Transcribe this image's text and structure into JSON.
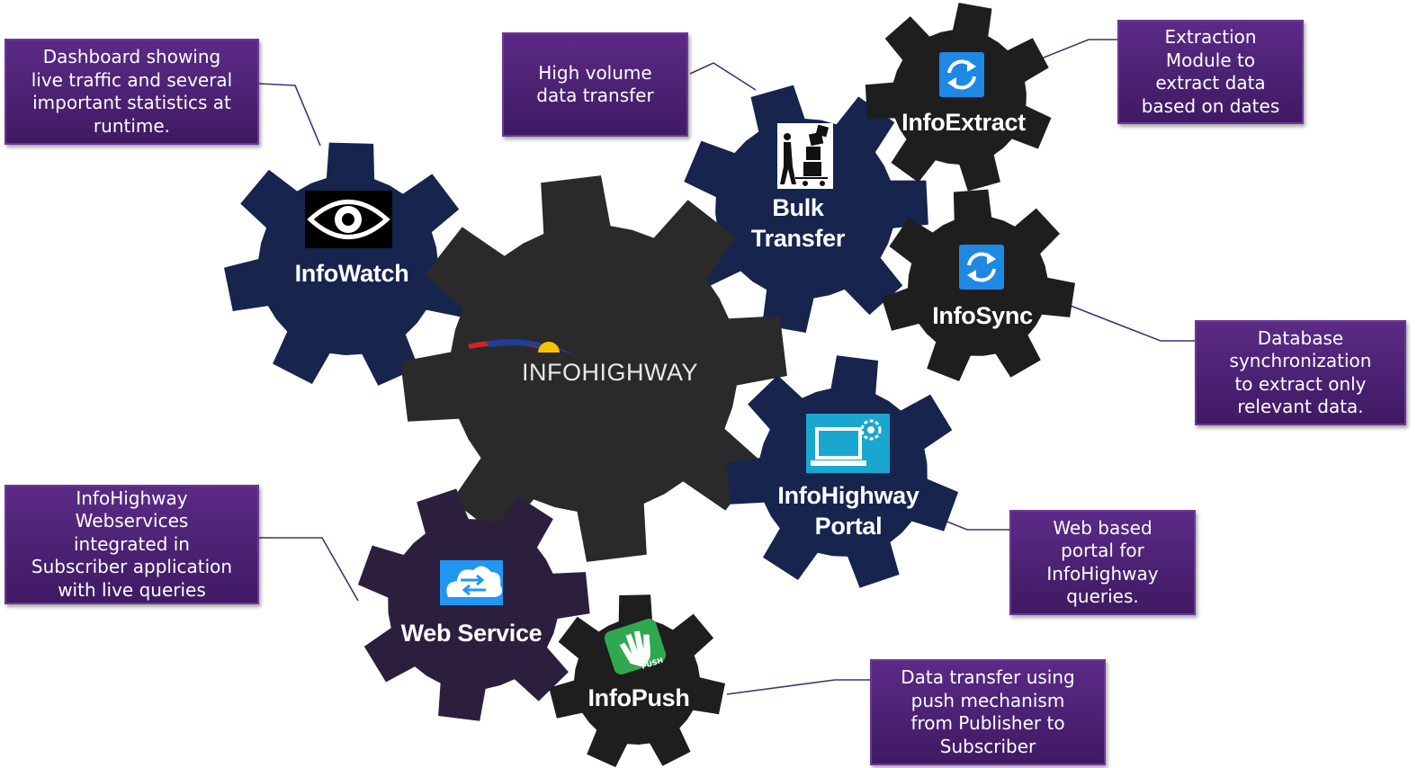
{
  "center": {
    "logo_text": "INFOHIGHWAY"
  },
  "gears": [
    {
      "id": "infowatch",
      "label": "InfoWatch",
      "icon": "eye-icon"
    },
    {
      "id": "bulk",
      "label": "Bulk\nTransfer",
      "icon": "cart-boxes-icon"
    },
    {
      "id": "infoextract",
      "label": "InfoExtract",
      "icon": "refresh-icon"
    },
    {
      "id": "infosync",
      "label": "InfoSync",
      "icon": "refresh-icon"
    },
    {
      "id": "portal",
      "label": "InfoHighway\nPortal",
      "icon": "laptop-gear-icon"
    },
    {
      "id": "webservice",
      "label": "Web Service",
      "icon": "cloud-transfer-icon"
    },
    {
      "id": "infopush",
      "label": "InfoPush",
      "icon": "push-hand-icon"
    }
  ],
  "push_badge": "PUSH",
  "callouts": [
    {
      "id": "infowatch",
      "text": "Dashboard showing\nlive traffic and several\nimportant statistics at\nruntime."
    },
    {
      "id": "bulk",
      "text": "High volume\ndata transfer"
    },
    {
      "id": "infoextract",
      "text": "Extraction\nModule to\nextract data\nbased on dates"
    },
    {
      "id": "infosync",
      "text": "Database\nsynchronization\nto extract only\nrelevant data."
    },
    {
      "id": "portal",
      "text": "Web based\nportal for\nInfoHighway\nqueries."
    },
    {
      "id": "webservice",
      "text": "InfoHighway\nWebservices\nintegrated in\nSubscriber application\nwith live queries"
    },
    {
      "id": "infopush",
      "text": "Data transfer using\npush mechanism\nfrom Publisher to\nSubscriber"
    }
  ],
  "colors": {
    "navy_gear": "#16244e",
    "dark_gear": "#1e1e1e",
    "center_gear": "#2a2a2a",
    "purple_gear": "#2b1f3d",
    "callout": "#4b2173",
    "connector": "#4a2d6e",
    "icon_blue": "#1e88e5",
    "portal_cyan": "#19a7cf",
    "cloud_blue": "#2196f3",
    "push_green": "#2fa84f",
    "logo_red": "#c62828",
    "logo_blue": "#1f3f9a",
    "logo_sun": "#f4c400"
  }
}
